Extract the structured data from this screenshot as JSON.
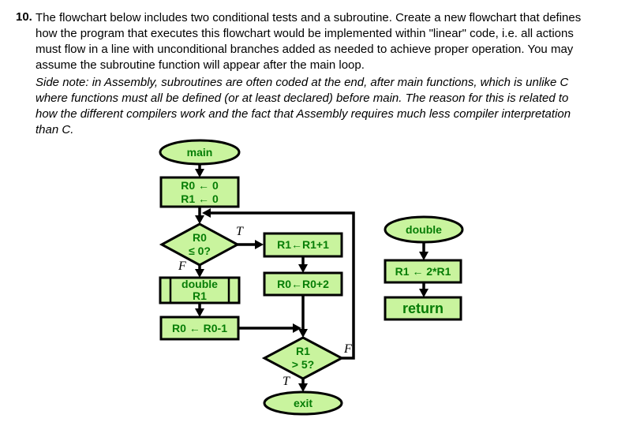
{
  "question": {
    "number": "10.",
    "text": "The flowchart below includes two conditional tests and a subroutine. Create a new flowchart that defines how the program that executes this flowchart would be implemented within \"linear\" code, i.e. all actions must flow in a line with unconditional branches added as needed to achieve proper operation. You may assume the subroutine function will appear after the main loop.",
    "side_note": "Side note: in Assembly, subroutines are often coded at the end, after main functions, which is unlike C where functions must all be defined (or at least declared) before main. The reason for this is related to how the different compilers work and the fact that Assembly requires much less compiler interpretation than C."
  },
  "colors": {
    "node_fill": "#c9f49e",
    "node_stroke": "#000000",
    "node_text": "#067d06",
    "connector": "#000000"
  },
  "flowchart": {
    "main_flow": {
      "start": "main",
      "init": {
        "line1": "R0 ← 0",
        "line2": "R1 ← 0"
      },
      "decision1": {
        "line1": "R0",
        "line2": "≤ 0?",
        "true_label": "T",
        "false_label": "F"
      },
      "true_branch": {
        "step1": "R1←R1+1",
        "step2": "R0←R0+2"
      },
      "subroutine_call": {
        "line1": "double",
        "line2": "R1"
      },
      "after_call": "R0 ← R0-1",
      "decision2": {
        "line1": "R1",
        "line2": "> 5?",
        "true_label": "T",
        "false_label": "F"
      },
      "end": "exit"
    },
    "subroutine": {
      "start": "double",
      "body": "R1 ← 2*R1",
      "end": "return"
    }
  }
}
